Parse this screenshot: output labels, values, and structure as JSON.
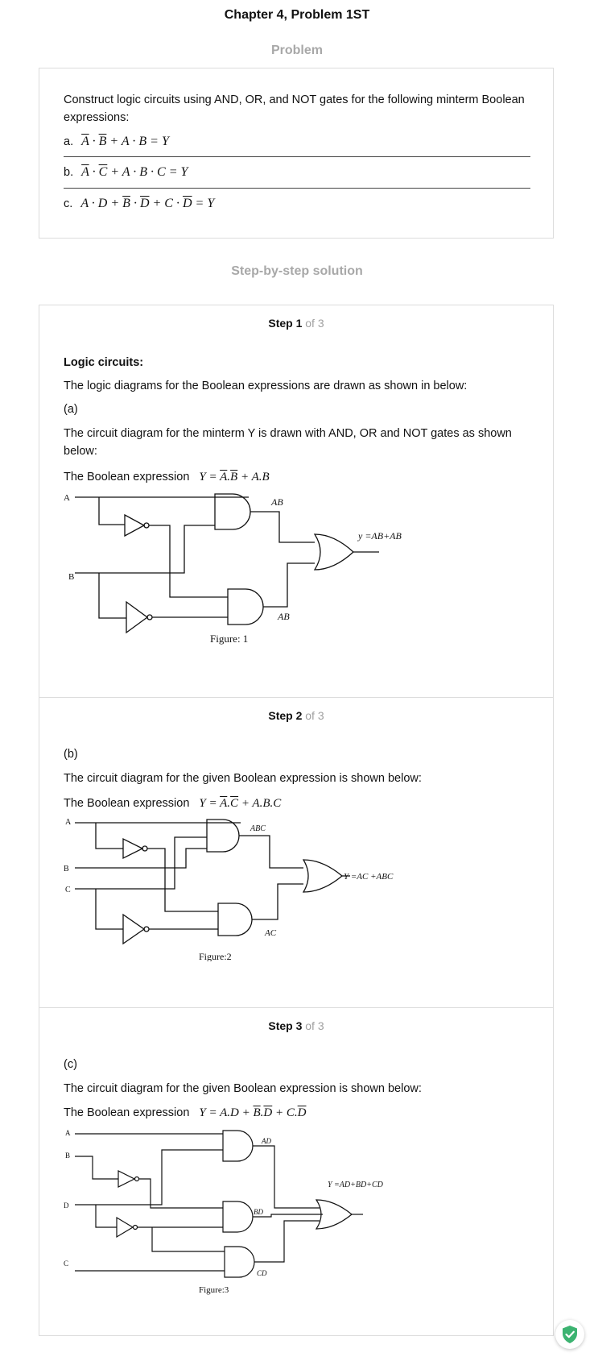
{
  "header": {
    "title": "Chapter 4, Problem 1ST"
  },
  "problem": {
    "section_title": "Problem",
    "statement": "Construct logic circuits using AND, OR, and NOT gates for the following minterm Boolean expressions:",
    "items": [
      {
        "label": "a.",
        "expression": "A · B + A · B = Y"
      },
      {
        "label": "b.",
        "expression": "A · C + A · B · C = Y"
      },
      {
        "label": "c.",
        "expression": "A · D + B · D + C · D = Y"
      }
    ]
  },
  "solution": {
    "section_title": "Step-by-step solution",
    "of_total": "of 3",
    "steps": [
      {
        "step_label": "Step 1",
        "heading": "Logic circuits:",
        "intro": "The logic diagrams for the Boolean expressions are drawn as shown in below:",
        "part": "(a)",
        "description": "The circuit diagram for the minterm Y is drawn with AND, OR and NOT gates as shown below:",
        "expr_label": "The Boolean expression",
        "expression": "Y = A.B + A.B",
        "figure": {
          "caption": "Figure: 1",
          "inputs": [
            "A",
            "B"
          ],
          "gate_labels": [
            "AB",
            "AB"
          ],
          "output_label": "y =AB+AB"
        }
      },
      {
        "step_label": "Step 2",
        "part": "(b)",
        "description": "The circuit diagram for the given Boolean expression is shown below:",
        "expr_label": "The Boolean expression",
        "expression": "Y = A.C + A.B.C",
        "figure": {
          "caption": "Figure:2",
          "inputs": [
            "A",
            "B",
            "C"
          ],
          "gate_labels": [
            "ABC",
            "AC"
          ],
          "output_label": "Y =AC +ABC"
        }
      },
      {
        "step_label": "Step 3",
        "part": "(c)",
        "description": "The circuit diagram for the given Boolean expression is shown below:",
        "expr_label": "The Boolean expression",
        "expression": "Y = A.D + B.D + C.D",
        "figure": {
          "caption": "Figure:3",
          "inputs": [
            "A",
            "B",
            "D",
            "C"
          ],
          "gate_labels": [
            "AD",
            "BD",
            "CD"
          ],
          "output_label": "Y =AD+BD+CD"
        }
      }
    ]
  },
  "badge": {
    "icon": "shield-check-icon",
    "color": "#3cb371"
  }
}
